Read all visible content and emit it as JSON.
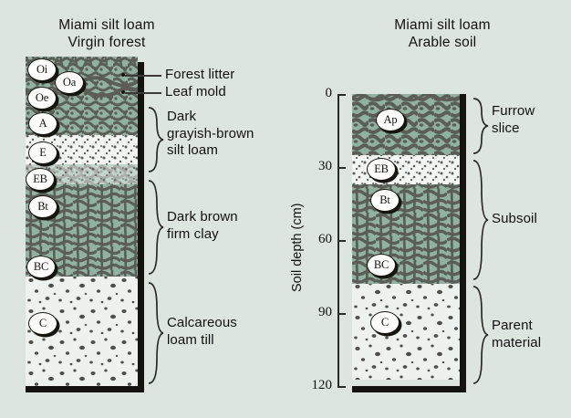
{
  "background_color": "#dce5de",
  "colors": {
    "soil_green": "#8fb3a0",
    "mottle_gray": "#5d5d57",
    "pale_layer": "#eef2ee",
    "ink": "#14130f"
  },
  "left_profile": {
    "title_line1": "Miami silt loam",
    "title_line2": "Virgin forest",
    "horizons": [
      {
        "code": "Oi"
      },
      {
        "code": "Oa"
      },
      {
        "code": "Oe"
      },
      {
        "code": "A"
      },
      {
        "code": "E"
      },
      {
        "code": "EB"
      },
      {
        "code": "Bt"
      },
      {
        "code": "BC"
      },
      {
        "code": "C"
      }
    ],
    "leader_labels": [
      {
        "text": "Forest litter"
      },
      {
        "text": "Leaf mold"
      }
    ],
    "bracket_labels": [
      {
        "lines": [
          "Dark",
          "grayish-brown",
          "silt loam"
        ]
      },
      {
        "lines": [
          "Dark brown",
          "firm clay"
        ]
      },
      {
        "lines": [
          "Calcareous",
          "loam till"
        ]
      }
    ]
  },
  "right_profile": {
    "title_line1": "Miami silt loam",
    "title_line2": "Arable soil",
    "horizons": [
      {
        "code": "Ap"
      },
      {
        "code": "EB"
      },
      {
        "code": "Bt"
      },
      {
        "code": "BC"
      },
      {
        "code": "C"
      }
    ],
    "bracket_labels": [
      {
        "lines": [
          "Furrow",
          "slice"
        ]
      },
      {
        "lines": [
          "Subsoil"
        ]
      },
      {
        "lines": [
          "Parent",
          "material"
        ]
      }
    ]
  },
  "depth_axis": {
    "title": "Soil depth (cm)",
    "unit": "cm",
    "ticks": [
      "0",
      "30",
      "60",
      "90",
      "120"
    ],
    "range": [
      0,
      120
    ]
  },
  "chart_data": {
    "type": "table",
    "title": "Miami silt loam soil profiles: virgin forest vs. arable soil",
    "ylabel": "Soil depth (cm)",
    "ylim": [
      0,
      120
    ],
    "yticks": [
      0,
      30,
      60,
      90,
      120
    ],
    "profiles": [
      {
        "name": "Virgin forest",
        "horizons": [
          {
            "code": "Oi",
            "description": "Forest litter"
          },
          {
            "code": "Oa",
            "description": "Forest litter"
          },
          {
            "code": "Oe",
            "description": "Leaf mold"
          },
          {
            "code": "A",
            "description": "Dark grayish-brown silt loam"
          },
          {
            "code": "E",
            "description": "Dark grayish-brown silt loam"
          },
          {
            "code": "EB",
            "description": "Dark grayish-brown silt loam"
          },
          {
            "code": "Bt",
            "description": "Dark brown firm clay"
          },
          {
            "code": "BC",
            "description": "Dark brown firm clay"
          },
          {
            "code": "C",
            "description": "Calcareous loam till"
          }
        ]
      },
      {
        "name": "Arable soil",
        "horizons": [
          {
            "code": "Ap",
            "top_cm": 0,
            "bottom_cm": 25,
            "description": "Furrow slice"
          },
          {
            "code": "EB",
            "top_cm": 25,
            "bottom_cm": 37,
            "description": "Subsoil"
          },
          {
            "code": "Bt",
            "top_cm": 37,
            "bottom_cm": 68,
            "description": "Subsoil"
          },
          {
            "code": "BC",
            "top_cm": 68,
            "bottom_cm": 78,
            "description": "Subsoil"
          },
          {
            "code": "C",
            "top_cm": 78,
            "bottom_cm": 120,
            "description": "Parent material"
          }
        ]
      }
    ]
  }
}
